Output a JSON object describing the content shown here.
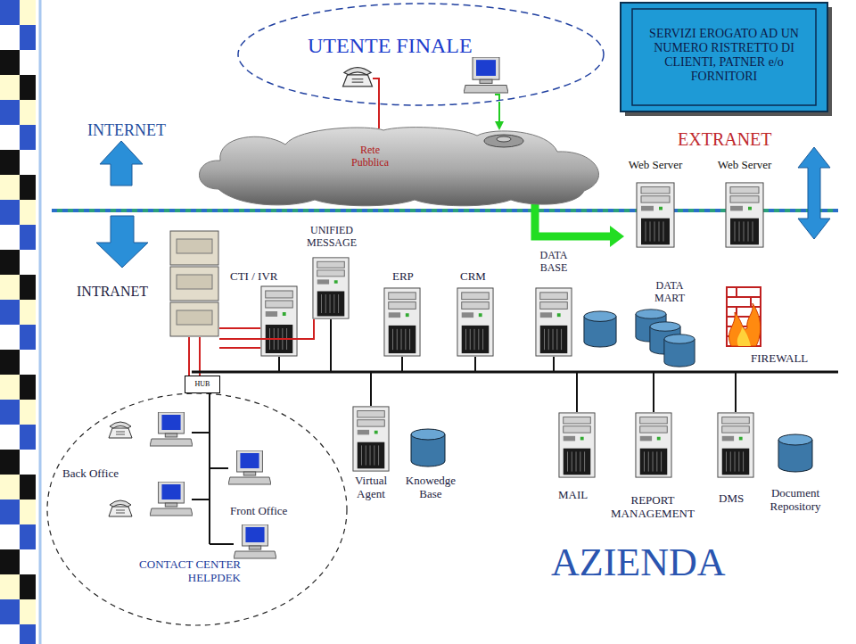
{
  "diagram": {
    "nodes": [
      {
        "text": [
          "UTENTE FINALE"
        ]
      },
      {
        "text": [
          "SERVIZI EROGATO AD UN NUMERO RISTRETTO DI CLIENTI, PATNER e/o FORNITORI"
        ]
      },
      {
        "text": [
          "Rete Pubblica"
        ]
      },
      {
        "text": [
          "Web Server"
        ]
      },
      {
        "text": [
          "Web Server"
        ]
      },
      {
        "text": [
          "HUB"
        ]
      },
      {
        "text": [
          "CONTACT CENTER HELPDEK"
        ]
      }
    ],
    "edges": [
      {
        "from": 0,
        "to": 2,
        "arrow": "none"
      },
      {
        "from": 0,
        "to": 2,
        "arrow": "to"
      },
      {
        "from": 2,
        "to": 3,
        "arrow": "to"
      }
    ],
    "labels": [
      "INTERNET",
      "EXTRANET",
      "INTRANET",
      "CTI / IVR",
      "UNIFIED MESSAGE",
      "ERP",
      "CRM",
      "DATA BASE",
      "DATA MART",
      "FIREWALL",
      "Back Office",
      "Front Office",
      "Virtual Agent",
      "Knowedge Base",
      "MAIL",
      "REPORT MANAGEMENT",
      "DMS",
      "Document Repository",
      "AZIENDA"
    ]
  }
}
